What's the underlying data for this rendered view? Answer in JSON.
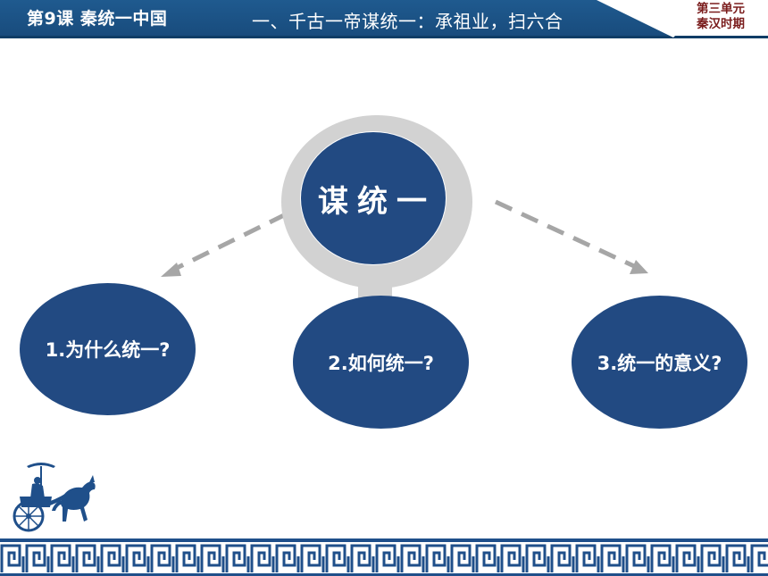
{
  "header": {
    "lesson_title": "第9课 秦统一中国",
    "section_title": "一、千古一帝谋统一：承祖业，扫六合",
    "unit_line1": "第三单元",
    "unit_line2": "秦汉时期"
  },
  "diagram": {
    "center_label": "谋统一",
    "nodes": [
      {
        "label": "1.为什么统一?"
      },
      {
        "label": "2.如何统一?"
      },
      {
        "label": "3.统一的意义?"
      }
    ]
  },
  "colors": {
    "header_blue": "#1f5a8f",
    "node_blue": "#224a82",
    "ring_gray": "#d2d2d2",
    "unit_red": "#7a1c1c",
    "pattern_blue": "#1f4f8a"
  },
  "icons": {
    "chariot": "chariot-icon",
    "border": "fret-pattern"
  }
}
